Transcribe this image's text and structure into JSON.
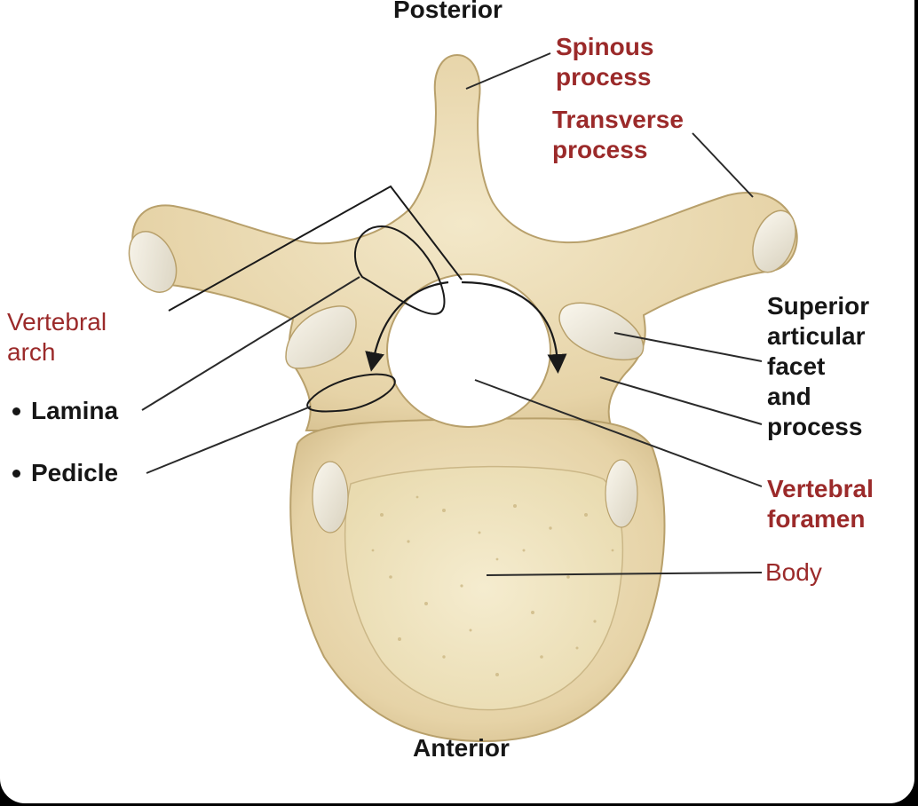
{
  "orientation": {
    "top": "Posterior",
    "bottom": "Anterior"
  },
  "labels": {
    "spinous_process": "Spinous\nprocess",
    "transverse_process": "Transverse\nprocess",
    "vertebral_arch": "Vertebral\narch",
    "lamina": "Lamina",
    "pedicle": "Pedicle",
    "superior_articular": "Superior\narticular\nfacet\nand\nprocess",
    "vertebral_foramen": "Vertebral\nforamen",
    "body": "Body"
  },
  "colors": {
    "bone": "#e7d6ad",
    "bone_light": "#f2e7c8",
    "bone_shadow": "#c9b27d",
    "body_spongy": "#efe3bd",
    "label_red": "#9b2a2a",
    "label_black": "#161616",
    "leader_line": "#2a2a2a"
  }
}
